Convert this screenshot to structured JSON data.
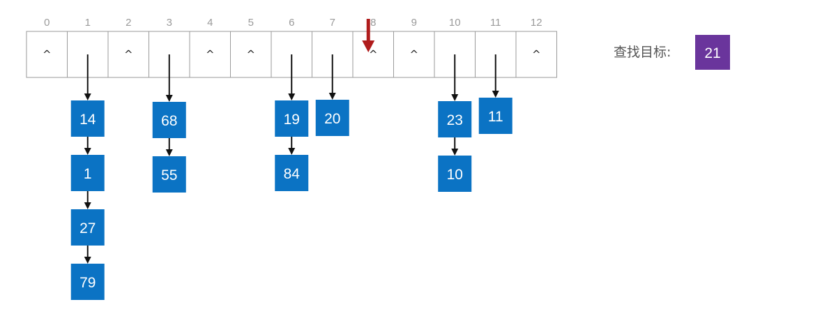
{
  "hash_table": {
    "indices": [
      "0",
      "1",
      "2",
      "3",
      "4",
      "5",
      "6",
      "7",
      "8",
      "9",
      "10",
      "11",
      "12"
    ],
    "empty_marker": "^",
    "empty_slots": [
      0,
      2,
      4,
      5,
      8,
      9,
      12
    ]
  },
  "chains": [
    {
      "index": 1,
      "values": [
        "14",
        "1",
        "27",
        "79"
      ]
    },
    {
      "index": 3,
      "values": [
        "68",
        "55"
      ]
    },
    {
      "index": 6,
      "values": [
        "19",
        "84"
      ]
    },
    {
      "index": 7,
      "values": [
        "20"
      ]
    },
    {
      "index": 10,
      "values": [
        "23",
        "10"
      ]
    },
    {
      "index": 11,
      "values": [
        "11"
      ]
    }
  ],
  "pointer": {
    "index": 8
  },
  "search": {
    "label": "查找目标:",
    "target": "21"
  },
  "colors": {
    "node": "#0b73c4",
    "target": "#6a359c",
    "pointer": "#b01c1c"
  }
}
